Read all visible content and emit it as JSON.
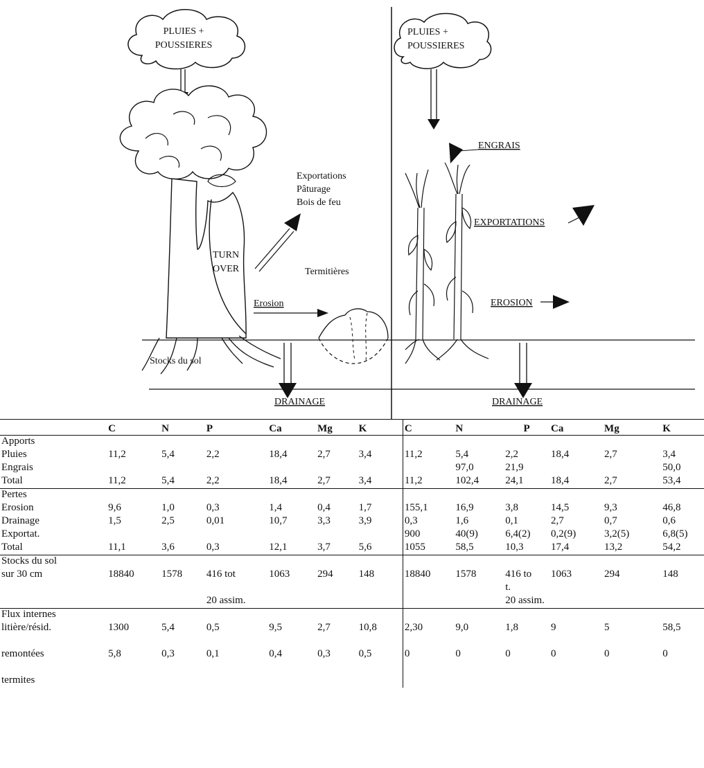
{
  "left_panel": {
    "cloud_label": [
      "PLUIES +",
      "POUSSIERES"
    ],
    "exports_label": [
      "Exportations",
      "Pâturage",
      "Bois de feu"
    ],
    "turnover_label": [
      "TURN",
      "OVER"
    ],
    "termites_label": "Termitières",
    "erosion_label": "Erosion",
    "soil_label": "Stocks du sol",
    "drainage_label": "DRAINAGE"
  },
  "right_panel": {
    "cloud_label": [
      "PLUIES +",
      "POUSSIERES"
    ],
    "fertilizer_label": "ENGRAIS",
    "exports_label": "EXPORTATIONS",
    "erosion_label": "EROSION",
    "drainage_label": "DRAINAGE"
  },
  "table": {
    "headers_left": [
      "C",
      "N",
      "P",
      "Ca",
      "Mg",
      "K"
    ],
    "headers_right": [
      "C",
      "N",
      "P",
      "Ca",
      "Mg",
      "K"
    ],
    "rows": [
      {
        "label": "Apports",
        "left": [
          "",
          "",
          "",
          "",
          "",
          ""
        ],
        "right": [
          "",
          "",
          "",
          "",
          "",
          ""
        ]
      },
      {
        "label": "Pluies",
        "left": [
          "11,2",
          "5,4",
          "2,2",
          "18,4",
          "2,7",
          "3,4"
        ],
        "right": [
          "11,2",
          "5,4",
          "2,2",
          "18,4",
          "2,7",
          "3,4"
        ]
      },
      {
        "label": "Engrais",
        "left": [
          "",
          "",
          "",
          "",
          "",
          ""
        ],
        "right": [
          "",
          "97,0",
          "21,9",
          "",
          "",
          "50,0"
        ]
      },
      {
        "label": "Total",
        "left": [
          "11,2",
          "5,4",
          "2,2",
          "18,4",
          "2,7",
          "3,4"
        ],
        "right": [
          "11,2",
          "102,4",
          "24,1",
          "18,4",
          "2,7",
          "53,4"
        ]
      },
      {
        "label": "Pertes",
        "left": [
          "",
          "",
          "",
          "",
          "",
          ""
        ],
        "right": [
          "",
          "",
          "",
          "",
          "",
          ""
        ]
      },
      {
        "label": "Erosion",
        "left": [
          "9,6",
          "1,0",
          "0,3",
          "1,4",
          "0,4",
          "1,7"
        ],
        "right": [
          "155,1",
          "16,9",
          "3,8",
          "14,5",
          "9,3",
          "46,8"
        ]
      },
      {
        "label": "Drainage",
        "left": [
          "1,5",
          "2,5",
          "0,01",
          "10,7",
          "3,3",
          "3,9"
        ],
        "right": [
          "0,3",
          "1,6",
          "0,1",
          "2,7",
          "0,7",
          "0,6"
        ]
      },
      {
        "label": "Exportat.",
        "left": [
          "",
          "",
          "",
          "",
          "",
          ""
        ],
        "right": [
          "900",
          "40(9)",
          "6,4(2)",
          "0,2(9)",
          "3,2(5)",
          "6,8(5)"
        ]
      },
      {
        "label": "Total",
        "left": [
          "11,1",
          "3,6",
          "0,3",
          "12,1",
          "3,7",
          "5,6"
        ],
        "right": [
          "1055",
          "58,5",
          "10,3",
          "17,4",
          "13,2",
          "54,2"
        ]
      },
      {
        "label": "Stocks du sol",
        "left": [
          "",
          "",
          "",
          "",
          "",
          ""
        ],
        "right": [
          "",
          "",
          "",
          "",
          "",
          ""
        ]
      },
      {
        "label": "sur 30 cm",
        "left": [
          "18840",
          "1578",
          "416 tot",
          "1063",
          "294",
          "148"
        ],
        "right": [
          "18840",
          "1578",
          "416 to",
          "1063",
          "294",
          "148"
        ]
      },
      {
        "label": "",
        "left": [
          "",
          "",
          "",
          "",
          "",
          ""
        ],
        "right": [
          "",
          "",
          "t.",
          "",
          "",
          ""
        ]
      },
      {
        "label": "",
        "left": [
          "",
          "",
          "20 assim.",
          "",
          "",
          ""
        ],
        "right": [
          "",
          "",
          "20 assim.",
          "",
          "",
          ""
        ]
      },
      {
        "label": "Flux internes",
        "left": [
          "",
          "",
          "",
          "",
          "",
          ""
        ],
        "right": [
          "",
          "",
          "",
          "",
          "",
          ""
        ]
      },
      {
        "label": "litière/résid.",
        "left": [
          "1300",
          "5,4",
          "0,5",
          "9,5",
          "2,7",
          "10,8"
        ],
        "right": [
          "2,30",
          "9,0",
          "1,8",
          "9",
          "5",
          "58,5"
        ]
      },
      {
        "label": "remontées",
        "left": [
          "5,8",
          "0,3",
          "0,1",
          "0,4",
          "0,3",
          "0,5"
        ],
        "right": [
          "0",
          "0",
          "0",
          "0",
          "0",
          "0"
        ]
      },
      {
        "label": "termites",
        "left": [
          "",
          "",
          "",
          "",
          "",
          ""
        ],
        "right": [
          "",
          "",
          "",
          "",
          "",
          ""
        ]
      }
    ]
  }
}
